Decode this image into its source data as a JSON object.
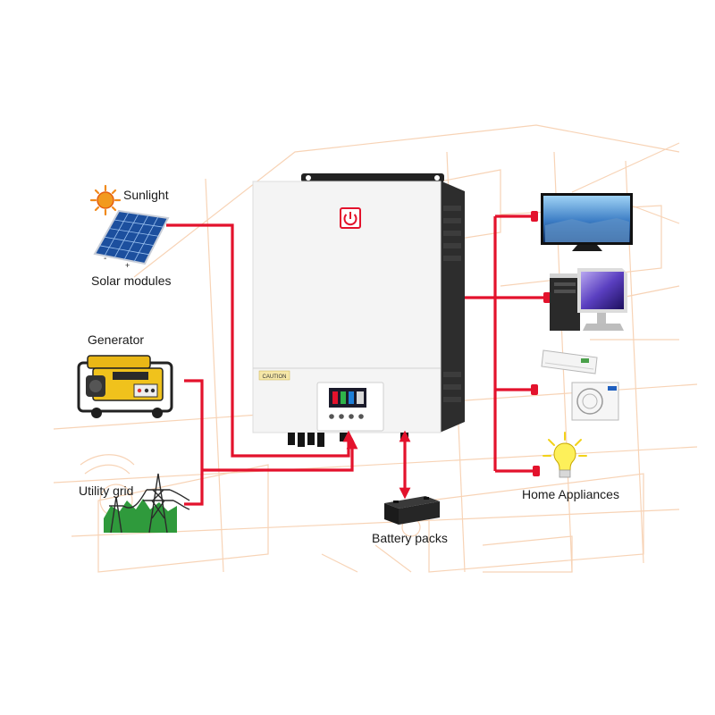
{
  "labels": {
    "sunlight": "Sunlight",
    "solar_modules": "Solar modules",
    "generator": "Generator",
    "utility_grid": "Utility grid",
    "battery_packs": "Battery packs",
    "home_appliances": "Home Appliances"
  },
  "panel_polarity": {
    "minus": "-",
    "plus": "+"
  },
  "inverter": {
    "caution_label": "CAUTION",
    "brand_icon": "power-icon"
  },
  "colors": {
    "line": "#e3122c",
    "inverter_body": "#f4f4f4",
    "inverter_side": "#2d2d2d",
    "background_sketch": "#f6c9a4"
  }
}
